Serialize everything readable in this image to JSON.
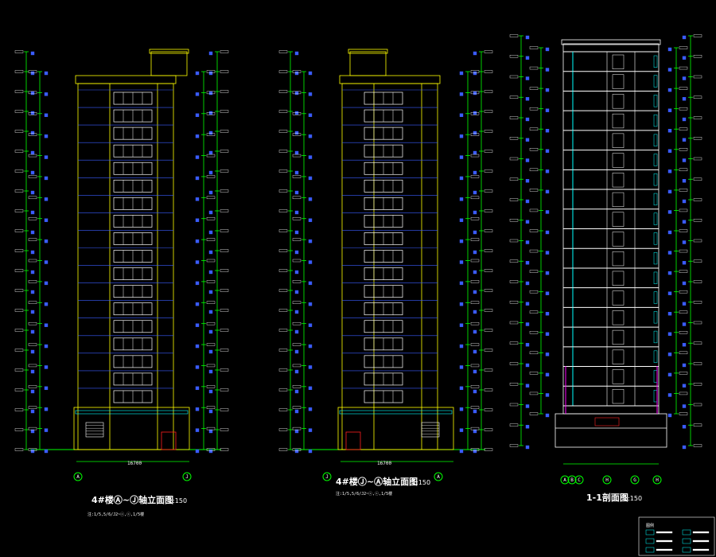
{
  "drawings": [
    {
      "title": "4#楼Ⓐ~Ⓙ轴立面图",
      "scale": "1:150",
      "note": "注:1/5,5/6/J2~ⓒ,ⓒ,1/5楼",
      "axis_left": "A",
      "axis_right": "J",
      "overall_dim": "16700"
    },
    {
      "title": "4#楼Ⓙ~Ⓐ轴立面图",
      "scale": "1:150",
      "note": "注:1/5,5/6/J2~ⓒ,ⓒ,1/5楼",
      "axis_left": "J",
      "axis_right": "A",
      "overall_dim": "16700"
    },
    {
      "title": "1-1剖面图",
      "scale": "1:150",
      "axis_labels": [
        "A",
        "B",
        "C",
        "H",
        "G",
        "H"
      ]
    }
  ],
  "colors": {
    "background": "#000000",
    "dimension_green": "#00ff00",
    "facade_yellow": "#ffff00",
    "window_white": "#ffffff",
    "level_blue": "#3a5cff",
    "cyan": "#00ffff",
    "magenta": "#ff00ff",
    "red": "#ff2020"
  },
  "floors": 18,
  "legend": {
    "header": "图例",
    "items": [
      "",
      "",
      "",
      "",
      "",
      ""
    ]
  }
}
